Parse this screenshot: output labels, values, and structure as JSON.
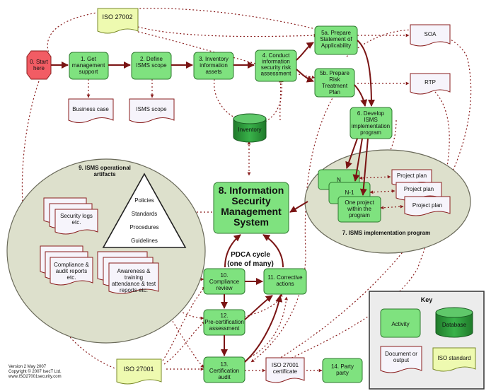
{
  "nodes": {
    "start": "0. Start here",
    "s1": "1. Get management support",
    "s2": "2. Define ISMS scope",
    "s3": "3. Inventory information assets",
    "s4": "4. Conduct information security risk assessment",
    "s5a": "5a. Prepare Statement of Applicability",
    "s5b": "5b. Prepare Risk Treatment Plan",
    "s6": "6. Develop ISMS implementation program",
    "s7": "7. ISMS implementation program",
    "s8": "8. Information Security Management System",
    "s9": "9. ISMS operational artifacts",
    "s10": "10. Compliance review",
    "s11": "11. Corrective actions",
    "s12": "12. Pre-certification assessment",
    "s13": "13. Certification audit",
    "s14": "14. Party party"
  },
  "docs": {
    "iso_top": "ISO 27002",
    "iso_bottom": "ISO 27001",
    "soa": "SOA",
    "rtp": "RTP",
    "business_case": "Business case",
    "isms_scope": "ISMS scope",
    "inventory": "Inventory",
    "cert": "ISO 27001 certificate",
    "security_logs": "Security logs etc.",
    "compliance_reports": "Compliance & audit reports etc.",
    "awareness": "Awareness & training attendance & test reports etc."
  },
  "implementation": {
    "n": "N",
    "n1": "N-1",
    "one_project": "One project within the program",
    "plan1": "Project plan",
    "plan2": "Project plan",
    "plan3": "Project plan"
  },
  "triangle": [
    "Policies",
    "Standards",
    "Procedures",
    "Guidelines"
  ],
  "pdca": [
    "PDCA cycle",
    "(one of many)"
  ],
  "key": {
    "title": "Key",
    "activity": "Activity",
    "database": "Database",
    "document": "Document or output",
    "iso": "ISO standard"
  },
  "footer": [
    "Version 2  May 2007",
    "Copyright © 2007 IsecT Ltd.",
    "www.ISO27001security.com"
  ],
  "colors": {
    "activity": "#7fe27f",
    "activity_border": "#2f7a2f",
    "start": "#f25c64",
    "iso": "#eefab0",
    "document": "#f6f4fb",
    "connector": "#7a1414",
    "ellipse": "#dde0cc",
    "database": "#2f9e3a"
  }
}
